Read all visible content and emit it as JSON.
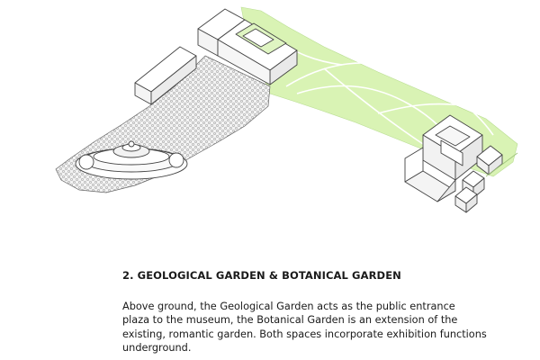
{
  "caption": {
    "title": "2. GEOLOGICAL GARDEN & BOTANICAL GARDEN",
    "lines": [
      "Above ground, the Geological Garden acts as the public entrance",
      "plaza to the museum, the Botanical Garden is an extension of the",
      "existing, romantic garden. Both spaces incorporate exhibition functions",
      "underground."
    ]
  },
  "colors": {
    "botanical_green": "#d9f3b4",
    "gravel_fill": "#f1f1f1",
    "building_fill": "#ffffff",
    "outline": "#444444"
  }
}
